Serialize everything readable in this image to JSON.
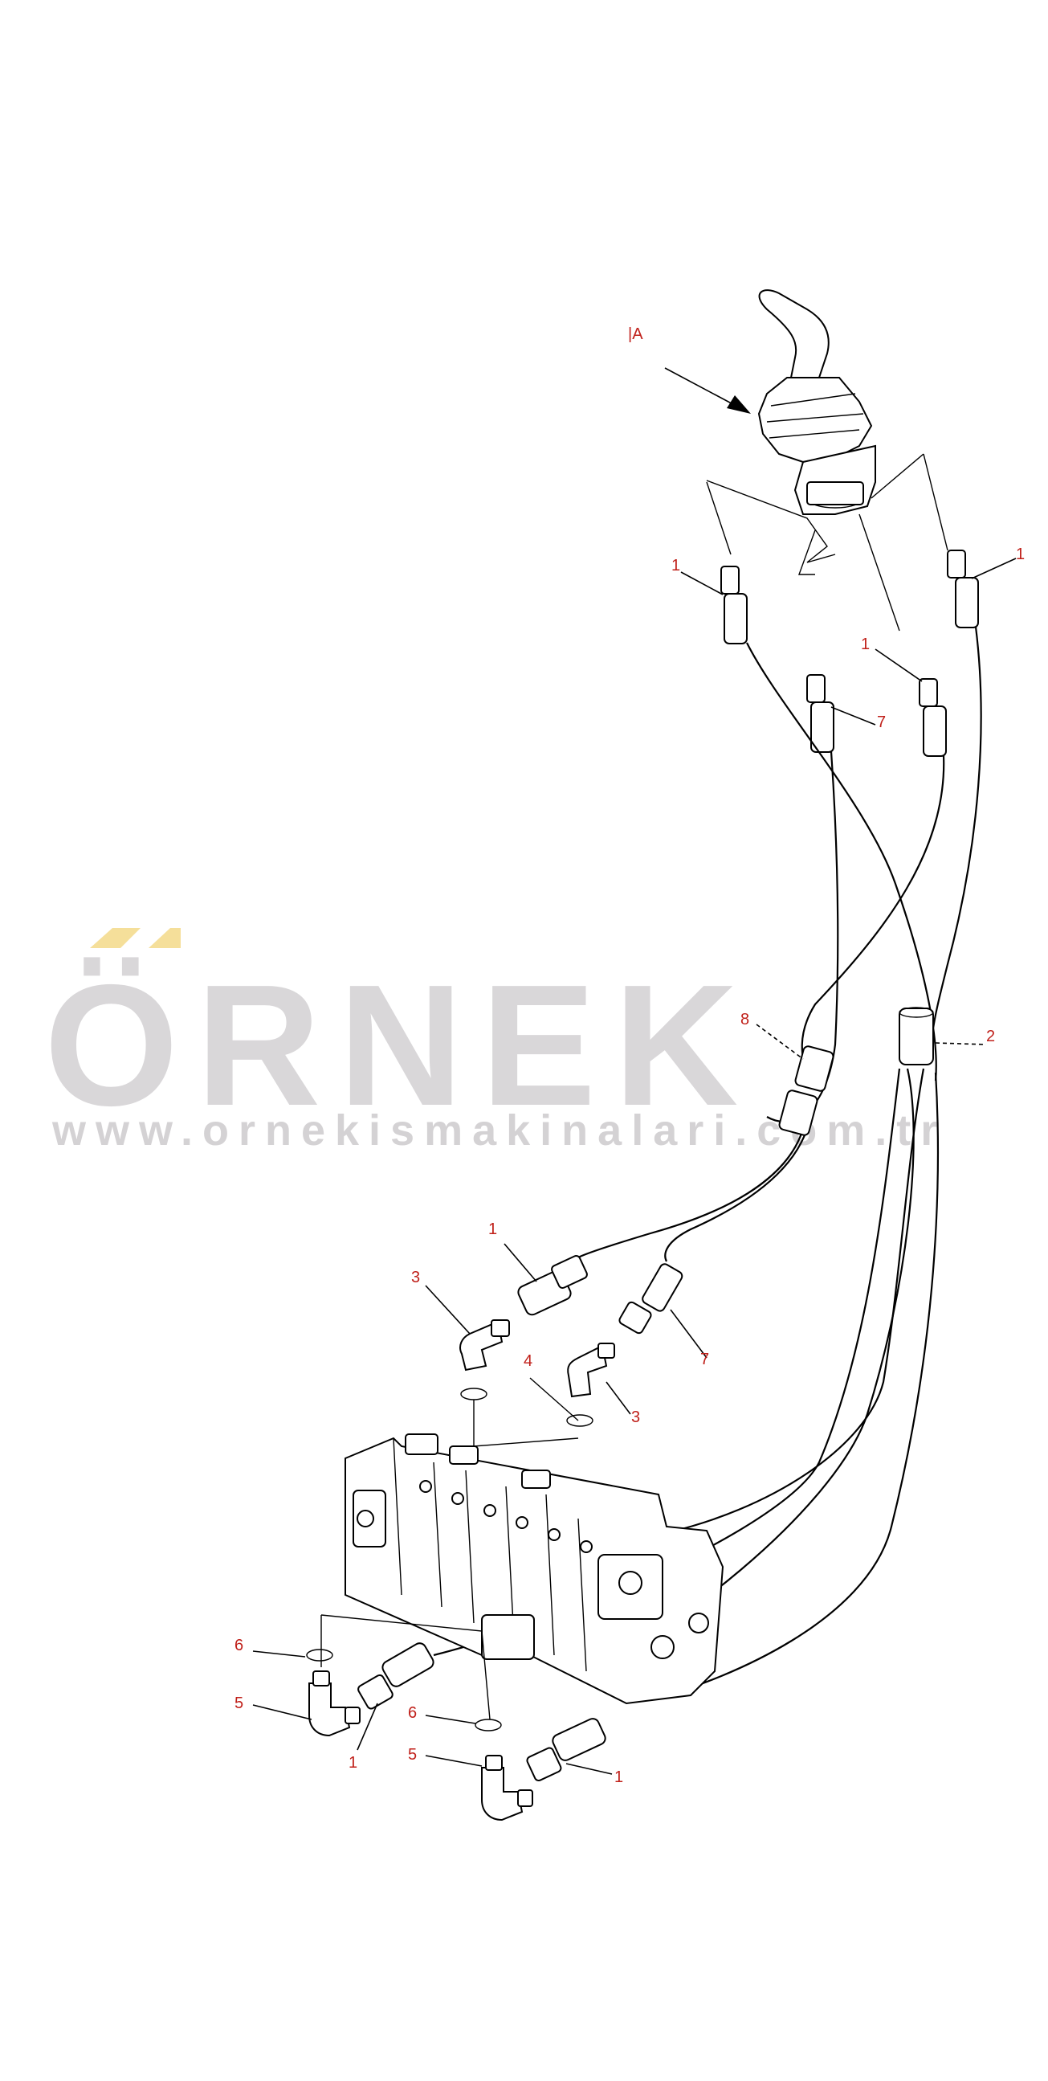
{
  "watermark": {
    "brand": "ÖRNEK",
    "url": "www.ornekismakinalari.com.tr",
    "color": "#d9d7d9",
    "accent": "#f5df9a"
  },
  "view_label": "|A",
  "callouts": {
    "c1a": "1",
    "c1b": "1",
    "c1c": "1",
    "c1d": "1",
    "c1e": "1",
    "c1f": "1",
    "c2": "2",
    "c3a": "3",
    "c3b": "3",
    "c4": "4",
    "c5a": "5",
    "c5b": "5",
    "c6a": "6",
    "c6b": "6",
    "c7a": "7",
    "c7b": "7",
    "c8": "8"
  },
  "colors": {
    "callout": "#c0201a",
    "line": "#000000"
  }
}
